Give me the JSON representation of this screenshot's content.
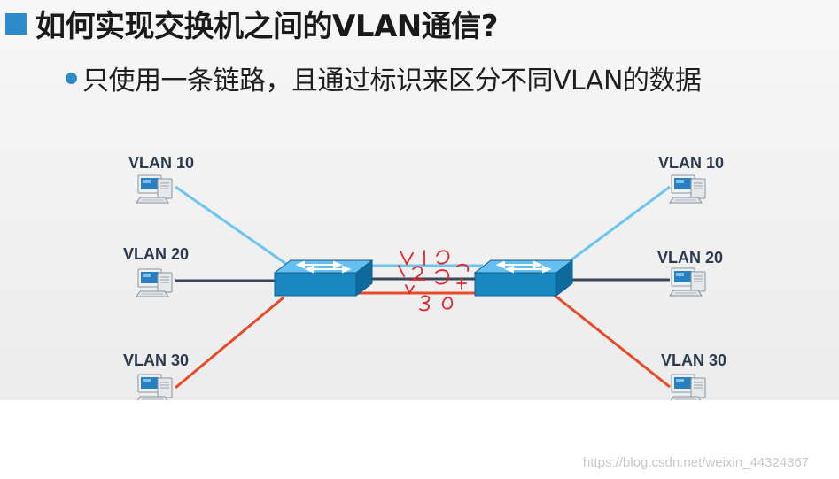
{
  "title": "如何实现交换机之间的VLAN通信?",
  "bullet": "只使用一条链路，且通过标识来区分不同VLAN的数据",
  "left_hosts": [
    {
      "label": "VLAN 10"
    },
    {
      "label": "VLAN 20"
    },
    {
      "label": "VLAN 30"
    }
  ],
  "right_hosts": [
    {
      "label": "VLAN 10"
    },
    {
      "label": "VLAN 20"
    },
    {
      "label": "VLAN 30"
    }
  ],
  "colors": {
    "accent": "#2e8bc9",
    "vlan10": "#6cc5ee",
    "vlan20": "#3b4656",
    "vlan30": "#e84a27",
    "switch": "#1d8fc4",
    "annotation": "#e0262a"
  },
  "watermark": "https://blog.csdn.net/weixin_44324367"
}
